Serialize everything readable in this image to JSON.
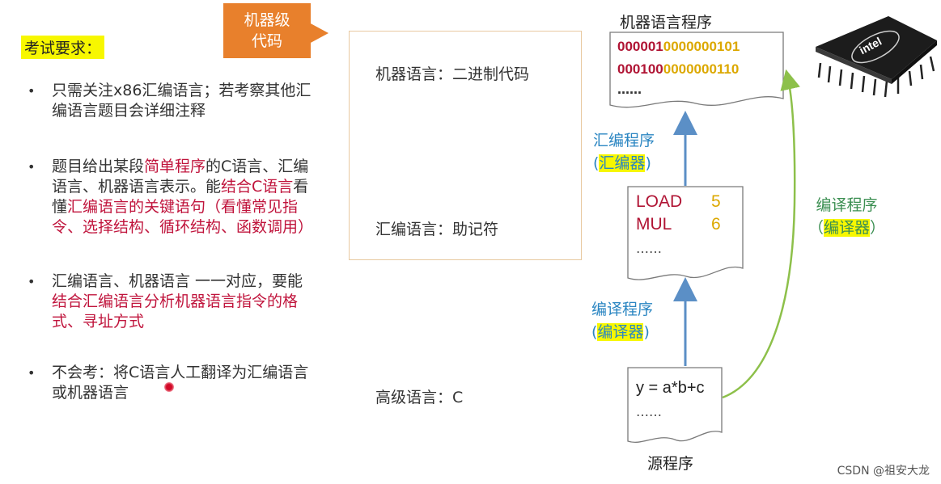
{
  "callout": {
    "line1": "机器级",
    "line2": "代码"
  },
  "exam": {
    "title": "考试要求：",
    "bullets": [
      {
        "parts": [
          {
            "t": "只需关注x86汇编语言；若考察其他汇编语言题目会详细注释",
            "red": false
          }
        ]
      },
      {
        "parts": [
          {
            "t": "题目给出某段",
            "red": false
          },
          {
            "t": "简单程序",
            "red": true
          },
          {
            "t": "的C语言、汇编语言、机器语言表示。能",
            "red": false
          },
          {
            "t": "结合C语言",
            "red": true
          },
          {
            "t": "看懂",
            "red": false
          },
          {
            "t": "汇编语言的关键语句（看懂常见指令、选择结构、循环结构、函数调用）",
            "red": true
          }
        ]
      },
      {
        "parts": [
          {
            "t": "汇编语言、机器语言 一一对应，要能",
            "red": false
          },
          {
            "t": "结合汇编语言分析机器语言指令的格式、寻址方式",
            "red": true
          }
        ]
      },
      {
        "parts": [
          {
            "t": "不会考：将C语言人工翻译为汇编语言或机器语言",
            "red": false
          }
        ]
      }
    ]
  },
  "levels": {
    "machine": "机器语言：二进制代码",
    "assembly": "汇编语言：助记符",
    "high": "高级语言：C"
  },
  "machine_doc": {
    "title": "机器语言程序",
    "lines": [
      {
        "red": "000001",
        "yellow": "0000000101"
      },
      {
        "red": "000100",
        "yellow": "0000000110"
      }
    ],
    "ellipsis": "……"
  },
  "asm_doc": {
    "lines": [
      {
        "op": "LOAD",
        "arg": "5"
      },
      {
        "op": "MUL",
        "arg": "6"
      }
    ],
    "ellipsis": "……"
  },
  "src_doc": {
    "code": "y = a*b+c",
    "ellipsis": "……",
    "caption": "源程序"
  },
  "steps": {
    "assembler_label": "汇编程序",
    "assembler_tool": "汇编器",
    "compiler_label": "编译程序",
    "compiler_tool": "编译器",
    "compiler2_label": "编译程序",
    "compiler2_tool": "编译器"
  },
  "chip": {
    "brand": "intel"
  },
  "watermark": "CSDN @祖安大龙",
  "colors": {
    "orange": "#e8802c",
    "blue_arrow": "#5b8fc6",
    "green_arrow": "#8dc04a",
    "highlight": "#f7f700",
    "red": "#c0143c"
  }
}
